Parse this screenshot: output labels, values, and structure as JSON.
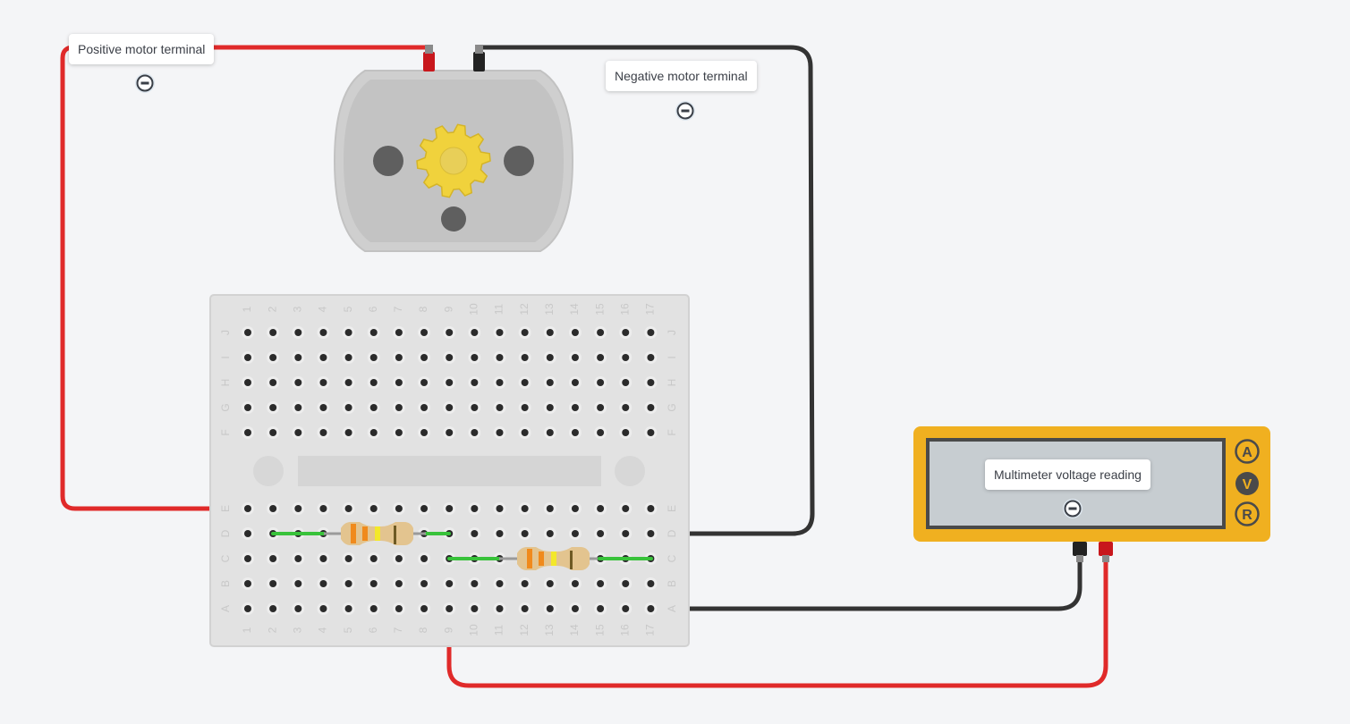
{
  "annotations": {
    "positive_motor": "Positive motor terminal",
    "negative_motor": "Negative motor terminal",
    "multimeter_reading": "Multimeter voltage reading"
  },
  "breadboard": {
    "columns": [
      "1",
      "2",
      "3",
      "4",
      "5",
      "6",
      "7",
      "8",
      "9",
      "10",
      "11",
      "12",
      "13",
      "14",
      "15",
      "16",
      "17"
    ],
    "rows_top": [
      "J",
      "I",
      "H",
      "G",
      "F"
    ],
    "rows_bottom": [
      "E",
      "D",
      "C",
      "B",
      "A"
    ]
  },
  "multimeter": {
    "modes": [
      "A",
      "V",
      "R"
    ],
    "selected_mode": "V"
  },
  "colors": {
    "wire_red": "#e02a2a",
    "wire_black": "#333333",
    "resistor_lead": "#38c23a",
    "multimeter_body": "#f0b020",
    "motor_gear": "#f0d23c"
  }
}
